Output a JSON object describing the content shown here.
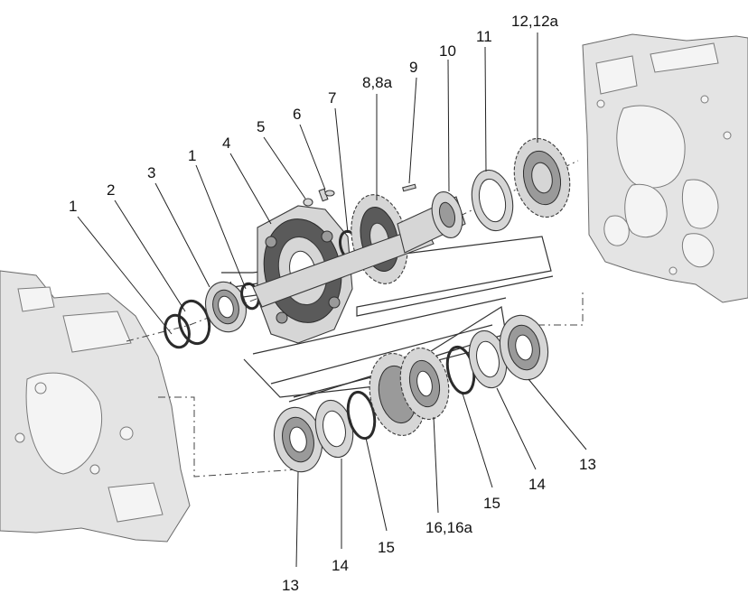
{
  "callouts": [
    {
      "id": "c1a",
      "text": "1"
    },
    {
      "id": "c2",
      "text": "2"
    },
    {
      "id": "c3",
      "text": "3"
    },
    {
      "id": "c1b",
      "text": "1"
    },
    {
      "id": "c4",
      "text": "4"
    },
    {
      "id": "c5",
      "text": "5"
    },
    {
      "id": "c6",
      "text": "6"
    },
    {
      "id": "c7",
      "text": "7"
    },
    {
      "id": "c8",
      "text": "8,8a"
    },
    {
      "id": "c9",
      "text": "9"
    },
    {
      "id": "c10",
      "text": "10"
    },
    {
      "id": "c11",
      "text": "11"
    },
    {
      "id": "c12",
      "text": "12,12a"
    },
    {
      "id": "c13a",
      "text": "13"
    },
    {
      "id": "c14a",
      "text": "14"
    },
    {
      "id": "c15a",
      "text": "15"
    },
    {
      "id": "c16",
      "text": "16,16a"
    },
    {
      "id": "c15b",
      "text": "15"
    },
    {
      "id": "c14b",
      "text": "14"
    },
    {
      "id": "c13b",
      "text": "13"
    }
  ]
}
